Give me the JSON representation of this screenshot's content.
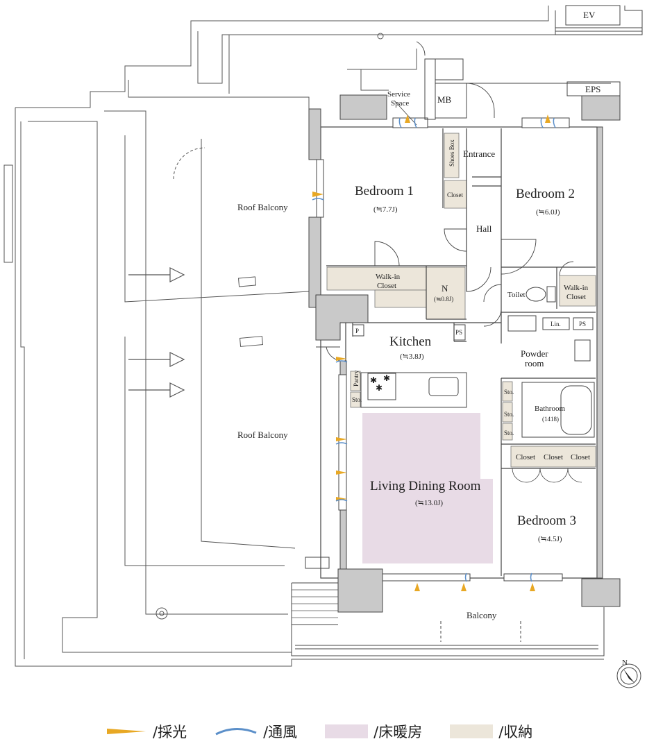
{
  "rooms": {
    "ev": "EV",
    "eps": "EPS",
    "mb": "MB",
    "service_space_1": "Service",
    "service_space_2": "Space",
    "bedroom1": {
      "name": "Bedroom 1",
      "size": "(≒7.7J)"
    },
    "bedroom2": {
      "name": "Bedroom 2",
      "size": "(≒6.0J)"
    },
    "bedroom3": {
      "name": "Bedroom 3",
      "size": "(≒4.5J)"
    },
    "entrance": "Entrance",
    "shoes_box": "Shoes Box",
    "closet": "Closet",
    "hall": "Hall",
    "walk_in_closet_1a": "Walk-in",
    "walk_in_closet_1b": "Closet",
    "n_room": {
      "name": "N",
      "size": "(≒0.8J)"
    },
    "toilet": "Toilet",
    "walk_in_closet_2a": "Walk-in",
    "walk_in_closet_2b": "Closet",
    "p": "P",
    "ps1": "PS",
    "ps2": "PS",
    "lin": "Lin.",
    "kitchen": {
      "name": "Kitchen",
      "size": "(≒3.8J)"
    },
    "powder_1": "Powder",
    "powder_2": "room",
    "pantry": "Pantry",
    "sto": "Sto.",
    "bathroom": {
      "name": "Bathroom",
      "size": "(1418)"
    },
    "closets": [
      "Closet",
      "Closet",
      "Closet"
    ],
    "ldr": {
      "name": "Living Dining Room",
      "size": "(≒13.0J)"
    },
    "roof_balcony_1": "Roof Balcony",
    "roof_balcony_2": "Roof Balcony",
    "balcony": "Balcony",
    "north": "N"
  },
  "colors": {
    "floor_heating": "#e8dbe6",
    "storage": "#ece6da",
    "light": "#e8a824",
    "wind": "#5b8fc9",
    "wall": "#c9c9c9"
  },
  "legend": [
    {
      "label": "/採光",
      "kind": "light"
    },
    {
      "label": "/通風",
      "kind": "wind"
    },
    {
      "label": "/床暖房",
      "kind": "floor_heating"
    },
    {
      "label": "/収納",
      "kind": "storage"
    }
  ]
}
